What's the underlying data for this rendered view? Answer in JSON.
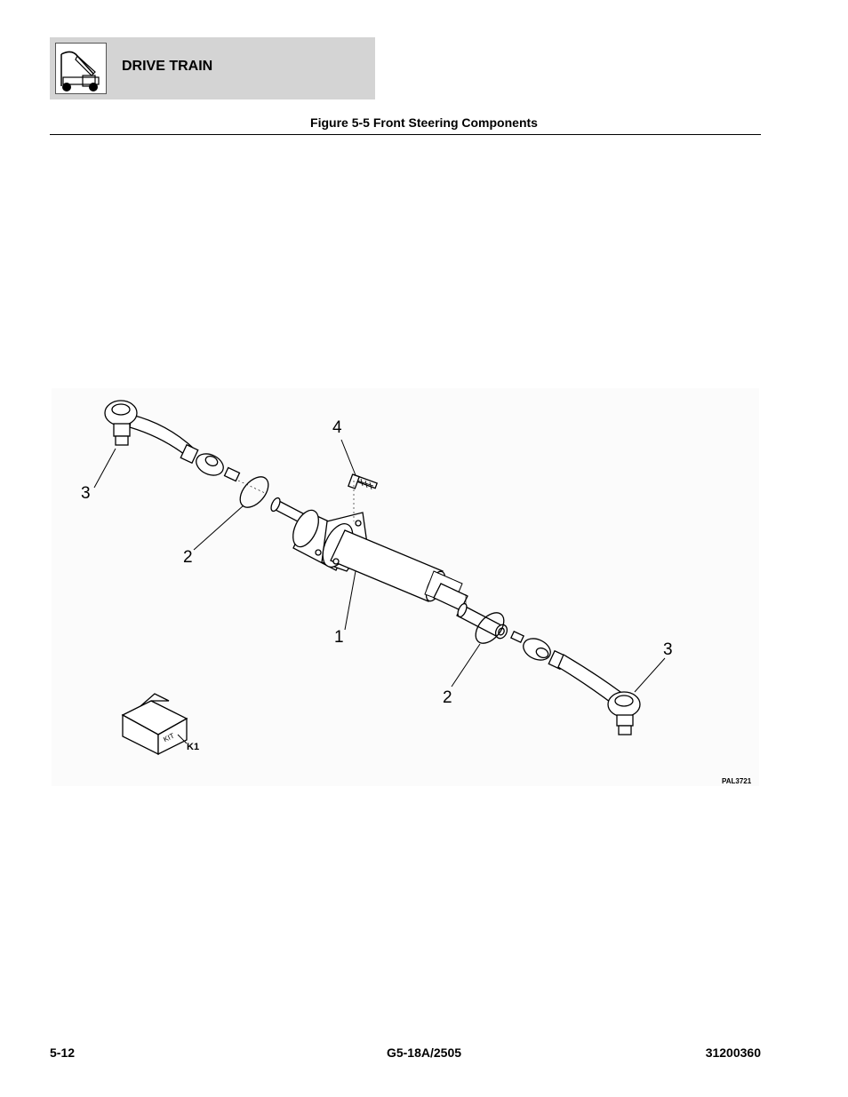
{
  "header": {
    "section_title": "DRIVE TRAIN",
    "icon": "telehandler-icon"
  },
  "figure": {
    "title": "Figure 5-5 Front Steering Components",
    "callouts": {
      "c1": "1",
      "c2_left": "2",
      "c2_right": "2",
      "c3_left": "3",
      "c3_right": "3",
      "c4": "4"
    },
    "kit_text": "KIT",
    "kit_label": "K1",
    "figure_code": "PAL3721"
  },
  "footer": {
    "page_number": "5-12",
    "model": "G5-18A/2505",
    "doc_number": "31200360"
  }
}
